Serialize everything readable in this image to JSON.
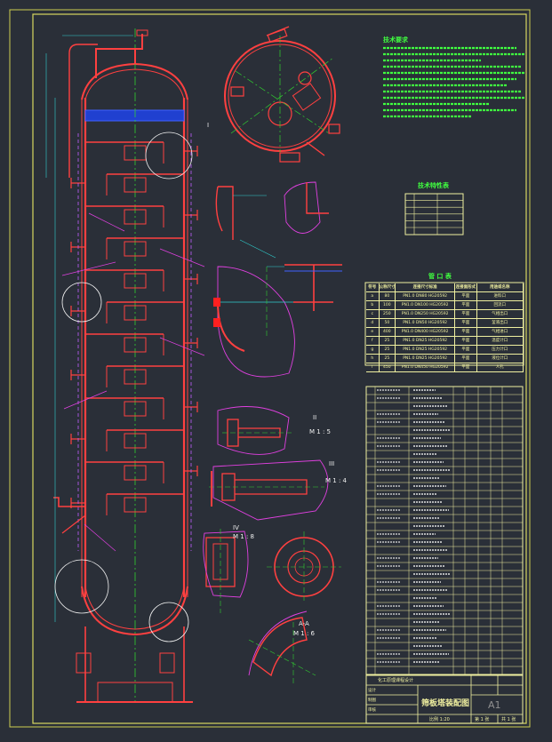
{
  "drawing": {
    "title": "筛板塔装配图",
    "size_code": "A1",
    "scale_label": "比例 1:20",
    "sheet_total": "共 1 张",
    "sheet_index": "第 1 张",
    "mid_label": "化工原理课程设计"
  },
  "sections": {
    "tech_req_title": "技术要求",
    "tech_char_title": "技术特性表",
    "nozzle_title": "管 口 表"
  },
  "views": {
    "II": "II",
    "III": "III",
    "IV": "IV",
    "I": "I",
    "scale_II": "M 1 : 5",
    "scale_III": "M 1 : 4",
    "scale_IV": "M 1 : 8",
    "scale_AA": "M 1 : 6",
    "section_AA": "A-A"
  },
  "nozzle_table": {
    "header": [
      "符号",
      "公称尺寸",
      "连接尺寸标准",
      "连接面形式",
      "用途或名称"
    ],
    "rows": [
      [
        "a",
        "80",
        "PN1.0 DN80 HG20592",
        "平面",
        "进料口"
      ],
      [
        "b",
        "100",
        "PN1.0 DN100 HG20592",
        "平面",
        "回流口"
      ],
      [
        "c",
        "250",
        "PN1.0 DN250 HG20592",
        "平面",
        "气相出口"
      ],
      [
        "d",
        "50",
        "PN1.0 DN50 HG20592",
        "平面",
        "釜液出口"
      ],
      [
        "e",
        "400",
        "PN1.0 DN400 HG20592",
        "平面",
        "气相进口"
      ],
      [
        "f",
        "25",
        "PN1.0 DN25 HG20592",
        "平面",
        "温度计口"
      ],
      [
        "g",
        "25",
        "PN1.0 DN25 HG20592",
        "平面",
        "压力计口"
      ],
      [
        "h",
        "25",
        "PN1.0 DN25 HG20592",
        "平面",
        "液位计口"
      ],
      [
        "i",
        "450",
        "PN1.0 DN450 HG20592",
        "平面",
        "人孔"
      ]
    ]
  },
  "title_block": {
    "rows": [
      [
        "设计",
        "",
        "",
        ""
      ],
      [
        "制图",
        "",
        "",
        ""
      ],
      [
        "审核",
        "",
        "",
        ""
      ]
    ]
  }
}
